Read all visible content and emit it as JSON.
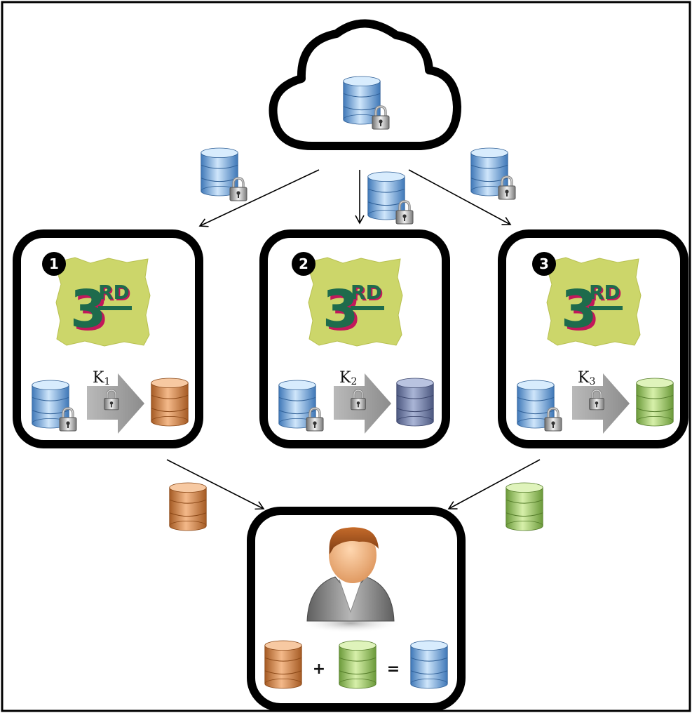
{
  "colors": {
    "blue_db": "#6fa7e0",
    "orange_db": "#d98a4a",
    "slate_db": "#7f8cb3",
    "green_db": "#a7cf74",
    "paper": "#ccd66a",
    "three_text": "#1e6b4c",
    "three_shadow": "#c2185b"
  },
  "third_party_logo": {
    "numeral": "3",
    "suffix": "RD"
  },
  "providers": [
    {
      "badge": "1",
      "key_base": "K",
      "key_sub": "1",
      "output_color": "orange"
    },
    {
      "badge": "2",
      "key_base": "K",
      "key_sub": "2",
      "output_color": "slate"
    },
    {
      "badge": "3",
      "key_base": "K",
      "key_sub": "3",
      "output_color": "green"
    }
  ],
  "user_equation": {
    "plus": "+",
    "equals": "="
  },
  "icons": [
    "cloud-icon",
    "database-icon",
    "padlock-icon",
    "arrow-icon",
    "user-icon"
  ]
}
